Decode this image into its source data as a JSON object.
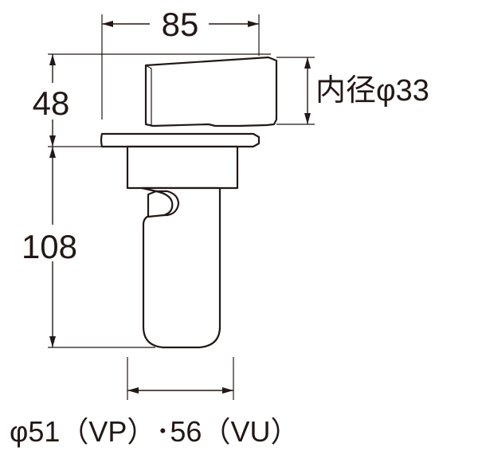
{
  "dimensions": {
    "width_top": "85",
    "height_top": "48",
    "inner_diameter": "内径φ33",
    "height_body": "108",
    "pipe_diameter": "φ51（VP）･56（VU）"
  },
  "colors": {
    "line": "#231815",
    "background": "#ffffff"
  }
}
